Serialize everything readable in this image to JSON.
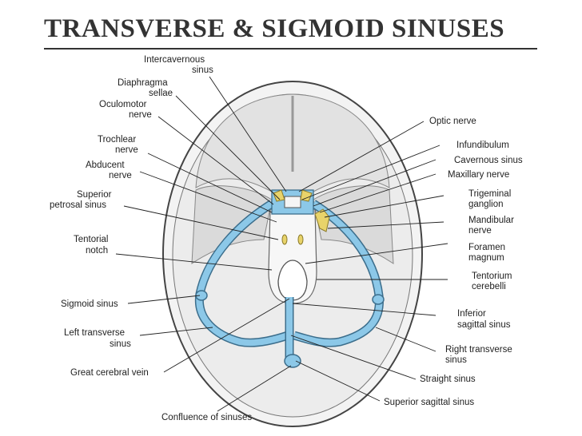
{
  "title": "TRANSVERSE & SIGMOID SINUSES",
  "colors": {
    "sinus": "#8cc8e8",
    "sinus_stroke": "#3c6e8c",
    "nerve": "#e8d36a",
    "bone": "#e9e9e9",
    "title": "#333333"
  },
  "labels": [
    {
      "id": "intercavernous-sinus",
      "lines": [
        "Intercavernous",
        "sinus"
      ]
    },
    {
      "id": "diaphragma-sellae",
      "lines": [
        "Diaphragma",
        "sellae"
      ]
    },
    {
      "id": "oculomotor-nerve",
      "lines": [
        "Oculomotor",
        "nerve"
      ]
    },
    {
      "id": "trochlear-nerve",
      "lines": [
        "Trochlear",
        "nerve"
      ]
    },
    {
      "id": "abducent-nerve",
      "lines": [
        "Abducent",
        "nerve"
      ]
    },
    {
      "id": "superior-petrosal-sinus",
      "lines": [
        "Superior",
        "petrosal sinus"
      ]
    },
    {
      "id": "tentorial-notch",
      "lines": [
        "Tentorial",
        "notch"
      ]
    },
    {
      "id": "sigmoid-sinus",
      "lines": [
        "Sigmoid sinus"
      ]
    },
    {
      "id": "left-transverse-sinus",
      "lines": [
        "Left transverse",
        "sinus"
      ]
    },
    {
      "id": "great-cerebral-vein",
      "lines": [
        "Great cerebral vein"
      ]
    },
    {
      "id": "confluence-of-sinuses",
      "lines": [
        "Confluence of sinuses"
      ]
    },
    {
      "id": "optic-nerve",
      "lines": [
        "Optic nerve"
      ]
    },
    {
      "id": "infundibulum",
      "lines": [
        "Infundibulum"
      ]
    },
    {
      "id": "cavernous-sinus",
      "lines": [
        "Cavernous sinus"
      ]
    },
    {
      "id": "maxillary-nerve",
      "lines": [
        "Maxillary nerve"
      ]
    },
    {
      "id": "trigeminal-ganglion",
      "lines": [
        "Trigeminal",
        "ganglion"
      ]
    },
    {
      "id": "mandibular-nerve",
      "lines": [
        "Mandibular",
        "nerve"
      ]
    },
    {
      "id": "foramen-magnum",
      "lines": [
        "Foramen",
        "magnum"
      ]
    },
    {
      "id": "tentorium-cerebelli",
      "lines": [
        "Tentorium",
        "cerebelli"
      ]
    },
    {
      "id": "inferior-sagittal-sinus",
      "lines": [
        "Inferior",
        "sagittal sinus"
      ]
    },
    {
      "id": "right-transverse-sinus",
      "lines": [
        "Right transverse",
        "sinus"
      ]
    },
    {
      "id": "straight-sinus",
      "lines": [
        "Straight sinus"
      ]
    },
    {
      "id": "superior-sagittal-sinus",
      "lines": [
        "Superior sagittal sinus"
      ]
    }
  ]
}
